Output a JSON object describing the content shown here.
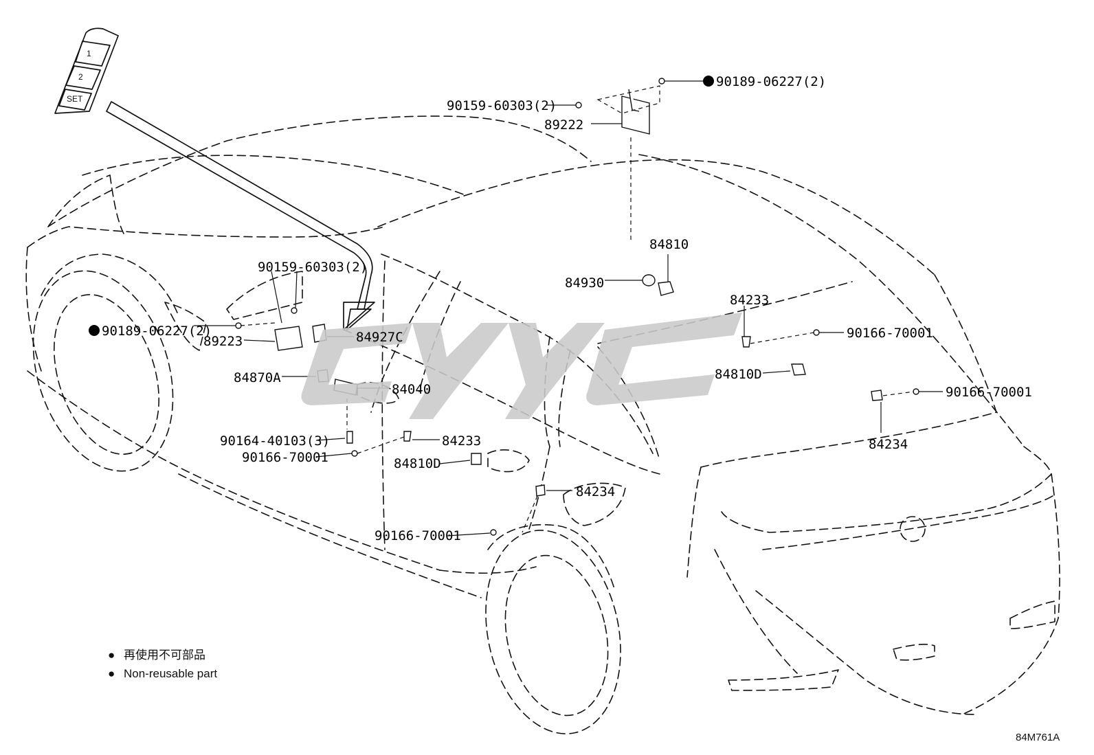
{
  "diagram": {
    "code": "84M761A",
    "watermark": "cyyc",
    "switch_buttons": [
      "1",
      "2",
      "SET"
    ],
    "legend": [
      {
        "symbol": "●",
        "text": "再使用不可部品"
      },
      {
        "symbol": "●",
        "text": "Non-reusable part"
      }
    ],
    "callouts": [
      {
        "id": "c1",
        "text": "90189-06227(2)",
        "non_reusable": true
      },
      {
        "id": "c2",
        "text": "90159-60303(2)"
      },
      {
        "id": "c3",
        "text": "89222"
      },
      {
        "id": "c4",
        "text": "84810"
      },
      {
        "id": "c5",
        "text": "84930"
      },
      {
        "id": "c6",
        "text": "84233"
      },
      {
        "id": "c7",
        "text": "90166-70001"
      },
      {
        "id": "c8",
        "text": "84810D"
      },
      {
        "id": "c9",
        "text": "90166-70001"
      },
      {
        "id": "c10",
        "text": "84234"
      },
      {
        "id": "c11",
        "text": "90159-60303(2)"
      },
      {
        "id": "c12",
        "text": "90189-06227(2)",
        "non_reusable": true
      },
      {
        "id": "c13",
        "text": "89223"
      },
      {
        "id": "c14",
        "text": "84927C"
      },
      {
        "id": "c15",
        "text": "84870A"
      },
      {
        "id": "c16",
        "text": "84040"
      },
      {
        "id": "c17",
        "text": "90164-40103(3)"
      },
      {
        "id": "c18",
        "text": "84233"
      },
      {
        "id": "c19",
        "text": "90166-70001"
      },
      {
        "id": "c20",
        "text": "84810D"
      },
      {
        "id": "c21",
        "text": "84234"
      },
      {
        "id": "c22",
        "text": "90166-70001"
      }
    ]
  }
}
